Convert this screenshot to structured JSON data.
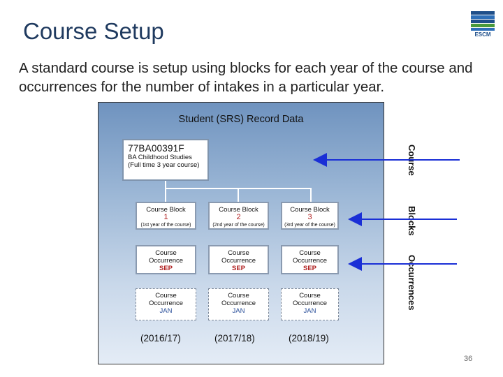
{
  "slide": {
    "title": "Course Setup",
    "intro": "A standard course is setup using blocks for each year of the course and occurrences for the number of intakes in a particular year.",
    "page_number": "36"
  },
  "logo": {
    "text": "ESCM"
  },
  "diagram": {
    "title": "Student (SRS) Record Data",
    "course": {
      "code": "77BA00391F",
      "name": "BA Childhood Studies",
      "mode": "(Full time 3 year course)"
    },
    "blocks": [
      {
        "label": "Course Block",
        "number": "1",
        "desc": "(1st year of the course)"
      },
      {
        "label": "Course Block",
        "number": "2",
        "desc": "(2nd year of the course)"
      },
      {
        "label": "Course Block",
        "number": "3",
        "desc": "(3rd year of the course)"
      }
    ],
    "occurrences_sep": [
      {
        "line1": "Course",
        "line2": "Occurrence",
        "intake": "SEP"
      },
      {
        "line1": "Course",
        "line2": "Occurrence",
        "intake": "SEP"
      },
      {
        "line1": "Course",
        "line2": "Occurrence",
        "intake": "SEP"
      }
    ],
    "occurrences_jan": [
      {
        "line1": "Course",
        "line2": "Occurrence",
        "intake": "JAN"
      },
      {
        "line1": "Course",
        "line2": "Occurrence",
        "intake": "JAN"
      },
      {
        "line1": "Course",
        "line2": "Occurrence",
        "intake": "JAN"
      }
    ],
    "years": [
      "(2016/17)",
      "(2017/18)",
      "(2018/19)"
    ],
    "side_labels": {
      "course": "Course",
      "blocks": "Blocks",
      "occurrences": "Occurrences"
    }
  },
  "colors": {
    "title": "#1f3a5f",
    "arrow": "#1a2fd6",
    "accent_red": "#b02020"
  }
}
